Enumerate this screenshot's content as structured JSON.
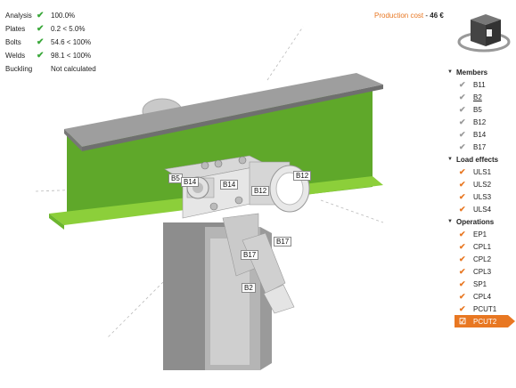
{
  "status": [
    {
      "label": "Analysis",
      "value": "100.0%",
      "check": true
    },
    {
      "label": "Plates",
      "value": "0.2 < 5.0%",
      "check": true
    },
    {
      "label": "Bolts",
      "value": "54.6 < 100%",
      "check": true
    },
    {
      "label": "Welds",
      "value": "98.1 < 100%",
      "check": true
    },
    {
      "label": "Buckling",
      "value": "Not calculated",
      "check": false
    }
  ],
  "cost": {
    "label": "Production cost",
    "separator": "-",
    "value": "46 €"
  },
  "tree": {
    "members": {
      "title": "Members",
      "items": [
        "B11",
        "B2",
        "B5",
        "B12",
        "B14",
        "B17"
      ]
    },
    "load_effects": {
      "title": "Load effects",
      "items": [
        "ULS1",
        "ULS2",
        "ULS3",
        "ULS4"
      ]
    },
    "operations": {
      "title": "Operations",
      "items": [
        "EP1",
        "CPL1",
        "CPL2",
        "CPL3",
        "SP1",
        "CPL4",
        "PCUT1",
        "PCUT2"
      ]
    }
  },
  "model_labels": [
    "B5",
    "B14",
    "B14",
    "B12",
    "B12",
    "B17",
    "B17",
    "B2"
  ],
  "colors": {
    "accent": "#e87722",
    "beam_web": "#5fa82a",
    "check": "#3aa83a"
  },
  "icons": {
    "status_check": "check-icon",
    "view_cube": "view-cube-icon",
    "expand": "triangle-down-icon"
  }
}
